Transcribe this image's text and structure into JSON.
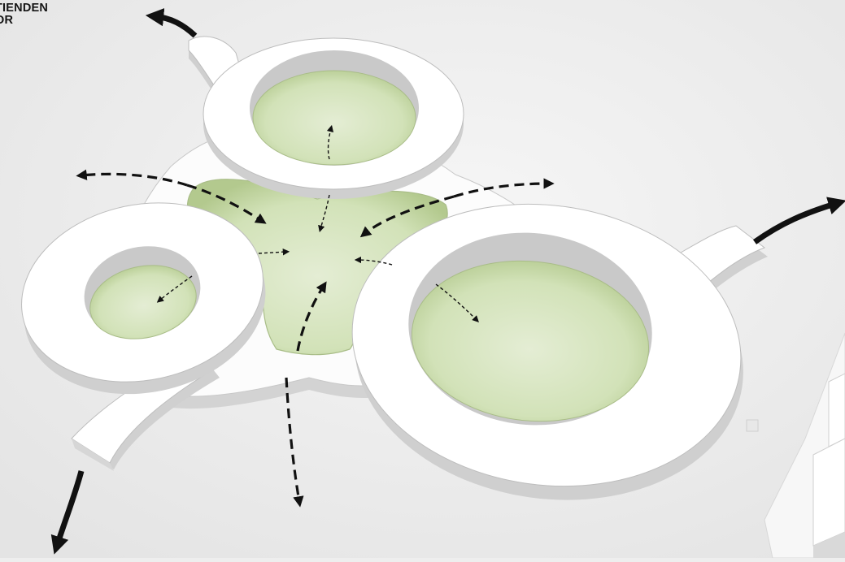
{
  "caption": {
    "line1": "TIENDEN",
    "line2": "OR"
  },
  "colors": {
    "background": "#eeeeee",
    "volume": "#ffffff",
    "wall": "#d6d6d6",
    "courtyard": "#cfe0b4",
    "arrow": "#111111"
  },
  "icons": {
    "solid_arrow": "curved-arrow",
    "dashed_arrow": "dashed-curved-arrow"
  }
}
